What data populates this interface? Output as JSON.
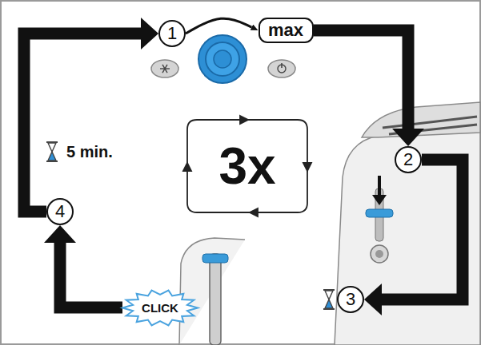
{
  "diagram": {
    "nodes": [
      {
        "text": [
          "1"
        ]
      },
      {
        "text": [
          "max"
        ]
      },
      {
        "text": [
          "2"
        ]
      },
      {
        "text": [
          "3"
        ]
      },
      {
        "text": [
          "CLICK"
        ]
      },
      {
        "text": [
          "4"
        ]
      }
    ],
    "edges": [
      {
        "from": 0,
        "to": 1,
        "arrow": "to"
      },
      {
        "from": 1,
        "to": 2,
        "arrow": "to"
      },
      {
        "from": 2,
        "to": 3,
        "arrow": "to"
      },
      {
        "from": 4,
        "to": 5,
        "arrow": "to"
      },
      {
        "from": 5,
        "to": 0,
        "arrow": "to"
      }
    ],
    "labels": [
      "3x",
      "5 min."
    ]
  }
}
